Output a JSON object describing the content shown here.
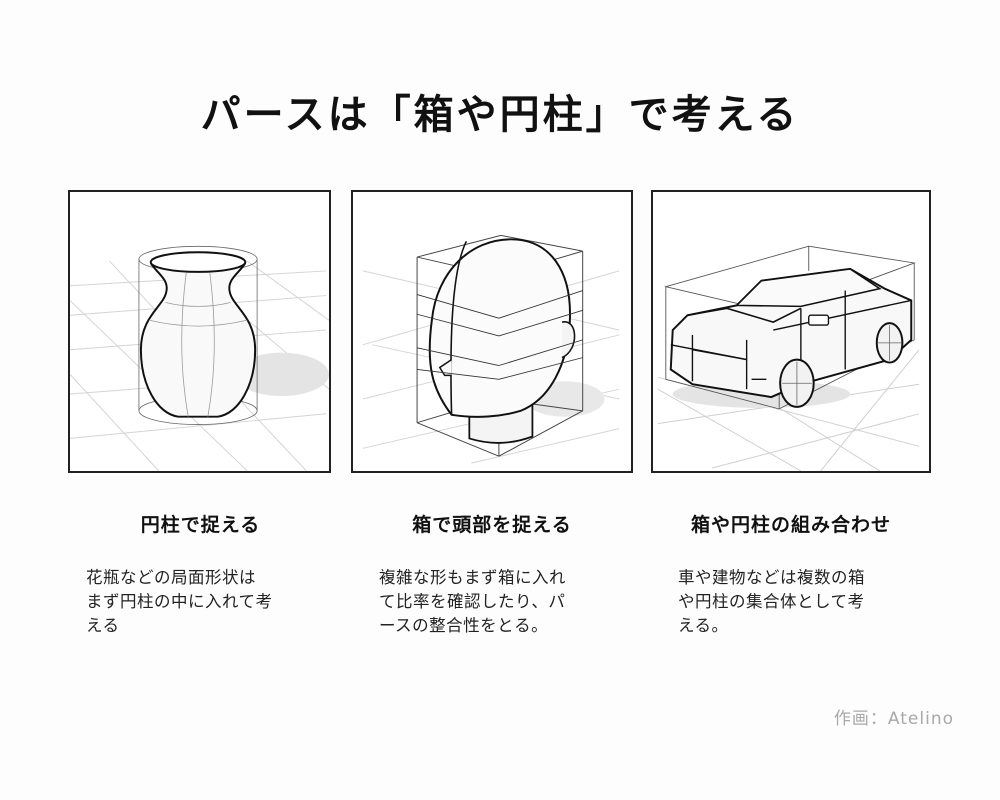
{
  "title": "パースは「箱や円柱」で考える",
  "panels": [
    {
      "illustration": "vase-in-cylinder",
      "caption": "円柱で捉える",
      "description": "花瓶などの局面形状は\nまず円柱の中に入れて考\nえる"
    },
    {
      "illustration": "head-in-box",
      "caption": "箱で頭部を捉える",
      "description": "複雑な形もまず箱に入れ\nて比率を確認したり、パ\nースの整合性をとる。"
    },
    {
      "illustration": "car-in-box",
      "caption": "箱や円柱の組み合わせ",
      "description": "車や建物などは複数の箱\nや円柱の集合体として考\nえる。"
    }
  ],
  "credit": "作画：Atelino",
  "colors": {
    "background": "#fdfdfd",
    "line": "#222222",
    "grid": "#cfcfcf",
    "credit": "#a8a8a8"
  }
}
